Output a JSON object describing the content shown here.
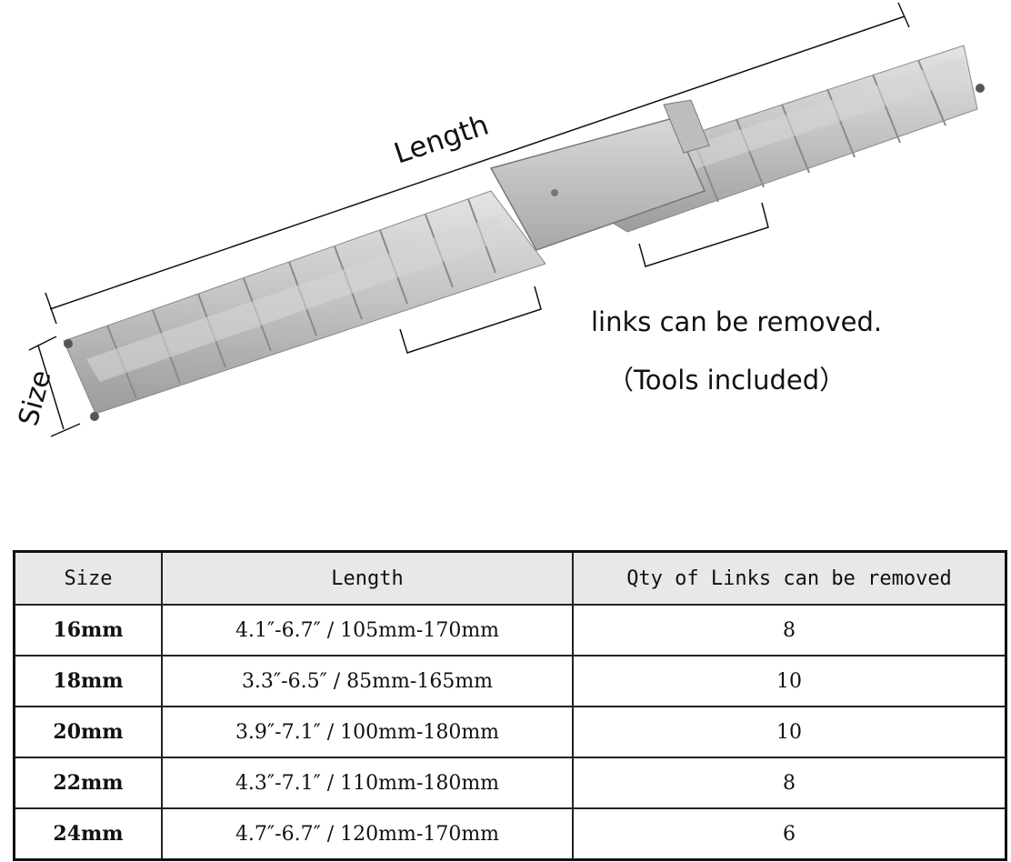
{
  "figure": {
    "length_label": "Length",
    "size_label": "Size",
    "caption_line1": "links can be removed.",
    "caption_line2": "（Tools included）"
  },
  "table": {
    "headers": [
      "Size",
      "Length",
      "Qty of Links can be removed"
    ],
    "rows": [
      [
        "16mm",
        "4.1″-6.7″ / 105mm-170mm",
        "8"
      ],
      [
        "18mm",
        "3.3″-6.5″ / 85mm-165mm",
        "10"
      ],
      [
        "20mm",
        "3.9″-7.1″ / 100mm-180mm",
        "10"
      ],
      [
        "22mm",
        "4.3″-7.1″ / 110mm-180mm",
        "8"
      ],
      [
        "24mm",
        "4.7″-6.7″ / 120mm-170mm",
        "6"
      ]
    ]
  },
  "colors": {
    "steel": "#c9c9c9",
    "steel_dark": "#9a9a9a",
    "line": "#111111",
    "header_bg": "#e8e8e8"
  }
}
